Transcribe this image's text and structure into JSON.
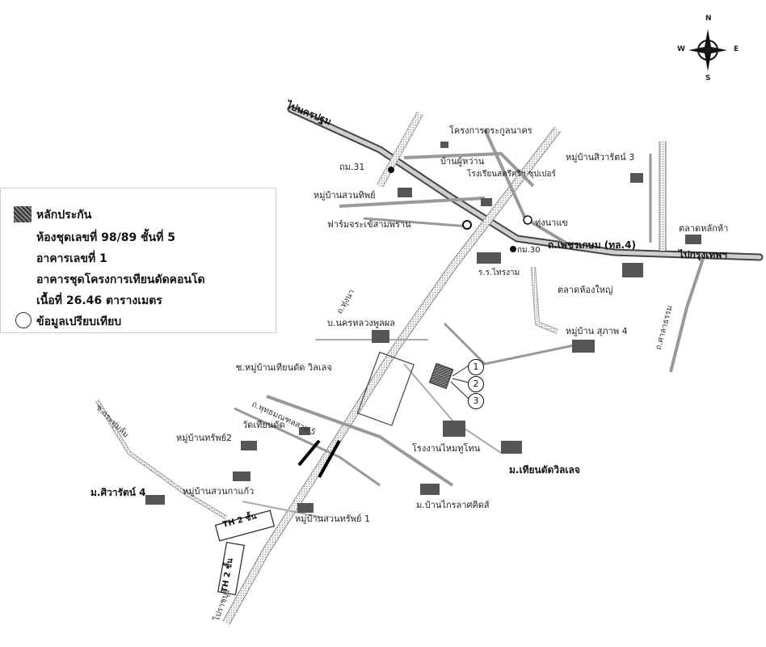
{
  "legend": {
    "collateral": "หลักประกัน",
    "unit_no": "ห้องชุดเลขที่ 98/89 ชั้นที่ 5",
    "building": "อาคารเลขที่ 1",
    "project": "อาคารชุดโครงการเทียนดัดคอนโด",
    "area": "เนื้อที่ 26.46 ตารางเมตร",
    "comparables": "ข้อมูลเปรียบเทียบ"
  },
  "compass": {
    "n": "N",
    "s": "S",
    "e": "E",
    "w": "W"
  },
  "labels": {
    "to_nakhon_pathom": "ไปนครปฐม",
    "project_trakul": "โครงการตระกูลนาคร",
    "moo_31": "ถม.31",
    "village_ban_phu": "บ้านผู้หว่าน",
    "village_siwarat3": "หมู่บ้านสิวารัตน์ 3",
    "school_suksa": "โรงเรียนสตรีศรีฯ ซุปเปอร์",
    "village_suan_thip": "หมู่บ้านสวนทิพย์",
    "farm": "ฟาร์มจระเข้สามพราน",
    "thung_nam": "ทุ่งนาแข",
    "market_wai": "ตลาดหลักห้า",
    "road_phetkasem": "ถ.เพชรเกษม (ทล.4)",
    "to_bangkok": "ไปกรุงเทพฯ",
    "km30": "กม.30",
    "phetkasem_market": "ตลาดห้องใหญ่",
    "thai_s": "ร.ร.ไทรงาม",
    "nakhon_chaisri": "บ.นครหลวงพูลผล",
    "village_suphap4": "หมู่บ้าน สุภาพ 4",
    "village_thiandat": "ซ.หมู่บ้านเทียนดัด วิลเลจ",
    "c1": "1",
    "c2": "2",
    "c3": "3",
    "village_2": "หมู่บ้านทรัพย์2",
    "wat_thiandat": "วัดเทียนดัด",
    "factory": "โรงงานไหมทูโทน",
    "thiandat_village": "ม.เทียนดัดวิลเลจ",
    "village_suan_kaew": "หมู่บ้านสวนกาแก้ว",
    "siwarat4": "ม.ศิวารัตน์ 4",
    "village_suan_sap1": "หมู่บ้านสวนทรัพย์ 1",
    "ban_krailas": "ม.บ้านไกรลาศคิดส์",
    "th2_1": "TH 2 ชั้น",
    "th2_2": "TH 2 ชั้น",
    "to_ratchaburi": "ไปราชบุรี",
    "soi_buddha": "ถ.พุทธมณฑลสาย 5",
    "soi_kratum": "ซ.กระทุ่มล้ม",
    "soi_nongkhaem": "ถ.ทุ่งนา",
    "soi_right": "ถ.ศาลาธรรม"
  }
}
